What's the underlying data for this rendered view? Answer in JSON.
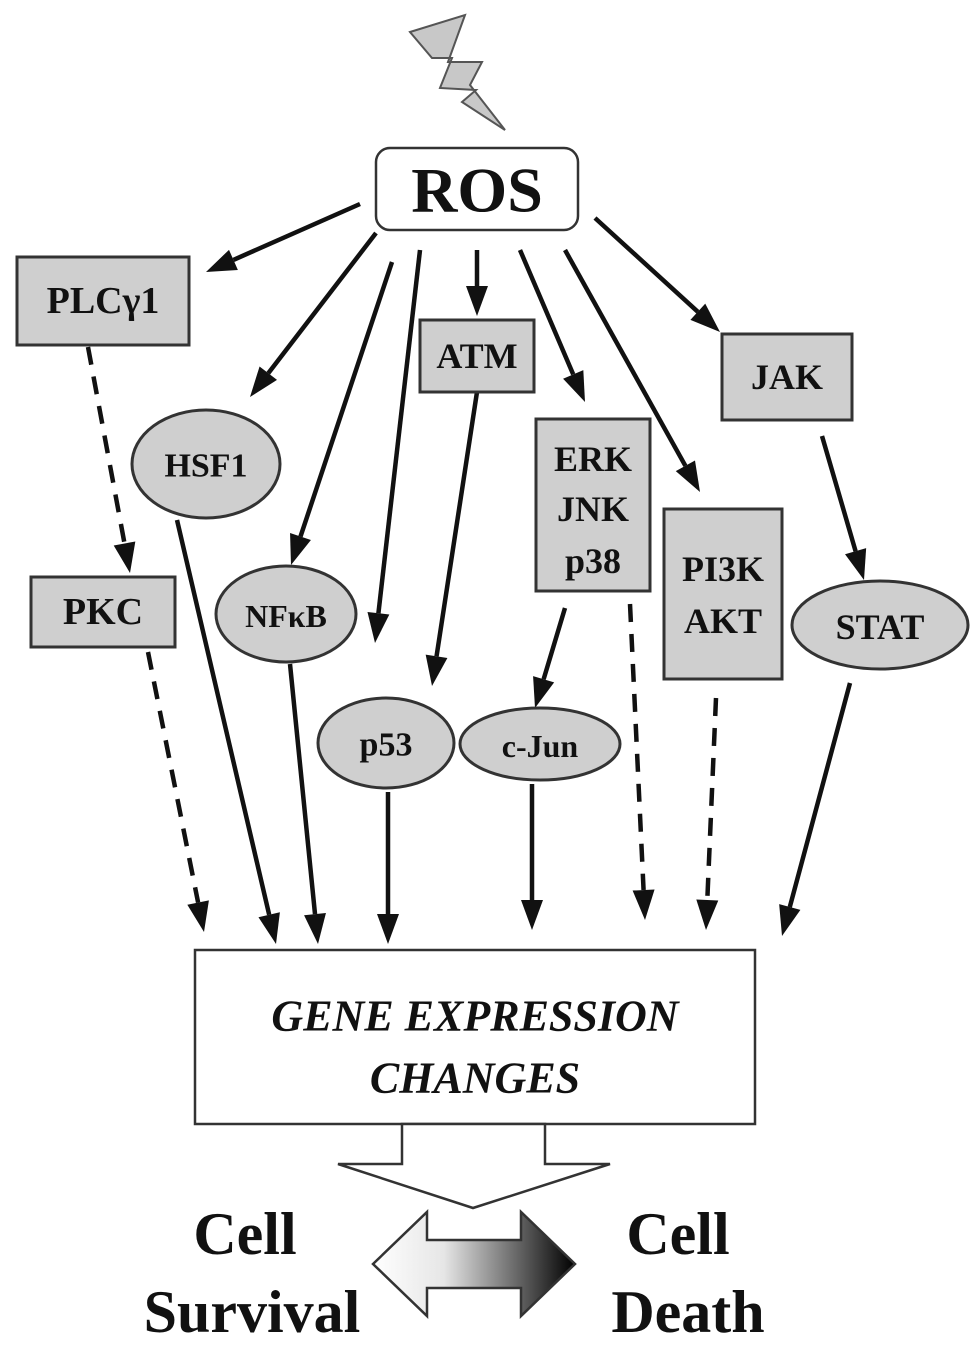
{
  "diagram": {
    "trigger_icon": "lightning-bolt-icon",
    "root": {
      "id": "ros",
      "label": "ROS"
    },
    "nodes": [
      {
        "id": "plcg1",
        "label": "PLCγ1",
        "shape": "rect"
      },
      {
        "id": "atm",
        "label": "ATM",
        "shape": "rect"
      },
      {
        "id": "jak",
        "label": "JAK",
        "shape": "rect"
      },
      {
        "id": "hsf1",
        "label": "HSF1",
        "shape": "ellipse"
      },
      {
        "id": "erk_jnk_p38",
        "label": [
          "ERK",
          "JNK",
          "p38"
        ],
        "shape": "rect"
      },
      {
        "id": "pi3k_akt",
        "label": [
          "PI3K",
          "AKT"
        ],
        "shape": "rect"
      },
      {
        "id": "pkc",
        "label": "PKC",
        "shape": "rect"
      },
      {
        "id": "nfkb",
        "label": "NFκB",
        "shape": "ellipse"
      },
      {
        "id": "stat",
        "label": "STAT",
        "shape": "ellipse"
      },
      {
        "id": "p53",
        "label": "p53",
        "shape": "ellipse"
      },
      {
        "id": "cjun",
        "label": "c-Jun",
        "shape": "ellipse"
      }
    ],
    "target": {
      "id": "gene_expression",
      "label": [
        "GENE EXPRESSION",
        "CHANGES"
      ]
    },
    "edges": [
      {
        "from": "ros",
        "to": "plcg1",
        "style": "solid"
      },
      {
        "from": "ros",
        "to": "hsf1",
        "style": "solid"
      },
      {
        "from": "ros",
        "to": "nfkb",
        "style": "solid"
      },
      {
        "from": "ros",
        "to": "p53",
        "style": "solid"
      },
      {
        "from": "ros",
        "to": "atm",
        "style": "solid"
      },
      {
        "from": "ros",
        "to": "erk_jnk_p38",
        "style": "solid"
      },
      {
        "from": "ros",
        "to": "pi3k_akt",
        "style": "solid"
      },
      {
        "from": "ros",
        "to": "jak",
        "style": "solid"
      },
      {
        "from": "plcg1",
        "to": "pkc",
        "style": "dashed"
      },
      {
        "from": "atm",
        "to": "p53",
        "style": "solid"
      },
      {
        "from": "erk_jnk_p38",
        "to": "cjun",
        "style": "solid"
      },
      {
        "from": "jak",
        "to": "stat",
        "style": "solid"
      },
      {
        "from": "pkc",
        "to": "gene_expression",
        "style": "dashed"
      },
      {
        "from": "hsf1",
        "to": "gene_expression",
        "style": "solid"
      },
      {
        "from": "nfkb",
        "to": "gene_expression",
        "style": "solid"
      },
      {
        "from": "p53",
        "to": "gene_expression",
        "style": "solid"
      },
      {
        "from": "cjun",
        "to": "gene_expression",
        "style": "solid"
      },
      {
        "from": "erk_jnk_p38",
        "to": "gene_expression",
        "style": "dashed"
      },
      {
        "from": "pi3k_akt",
        "to": "gene_expression",
        "style": "dashed"
      },
      {
        "from": "stat",
        "to": "gene_expression",
        "style": "solid"
      }
    ],
    "outcome_left": {
      "label": [
        "Cell",
        "Survival"
      ]
    },
    "outcome_right": {
      "label": [
        "Cell",
        "Death"
      ]
    },
    "colors": {
      "node_fill": "#cfcfcf",
      "stroke": "#111111",
      "bolt_fill": "#c8c8c8",
      "gradient_light": "#ffffff",
      "gradient_dark": "#000000"
    }
  }
}
